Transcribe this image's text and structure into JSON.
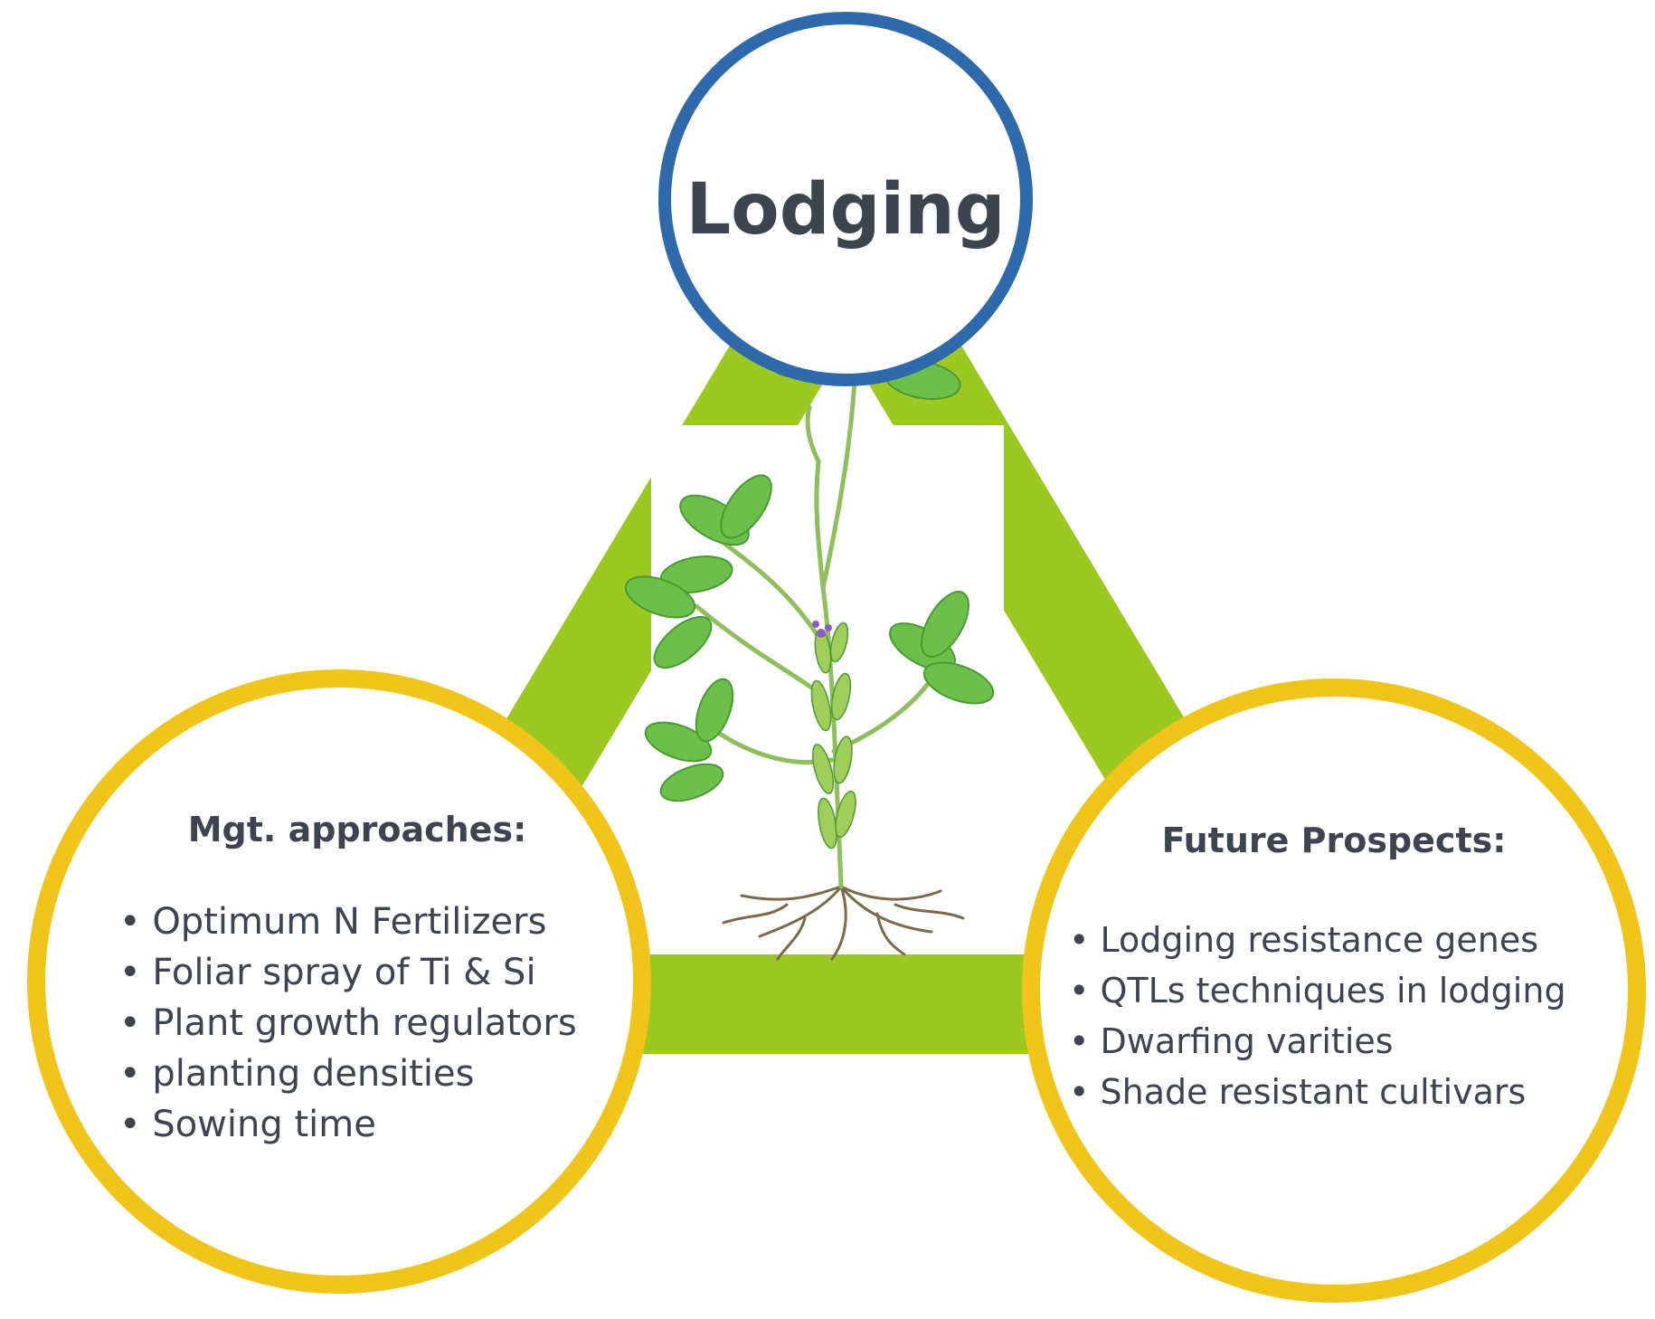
{
  "colors": {
    "connector": "#9cc91f",
    "top_ring": "#2e6aab",
    "side_ring": "#f0c419",
    "text": "#3d4450",
    "leaf": "#6cc04a",
    "leaf_dark": "#4a9a32",
    "stem": "#8fbf5c",
    "pod": "#9fce5a",
    "flower": "#8a5bc4",
    "root": "#7a6a4a"
  },
  "top": {
    "title": "Lodging"
  },
  "left": {
    "title": "Mgt. approaches:",
    "items": [
      "Optimum N Fertilizers",
      "Foliar spray of Ti & Si",
      "Plant growth regulators",
      "planting densities",
      "Sowing time"
    ]
  },
  "right": {
    "title": "Future Prospects:",
    "items": [
      "Lodging resistance genes",
      "QTLs techniques in lodging",
      "Dwarfing varities",
      "Shade resistant cultivars"
    ]
  },
  "icons": {
    "center": "soybean-plant-icon"
  }
}
